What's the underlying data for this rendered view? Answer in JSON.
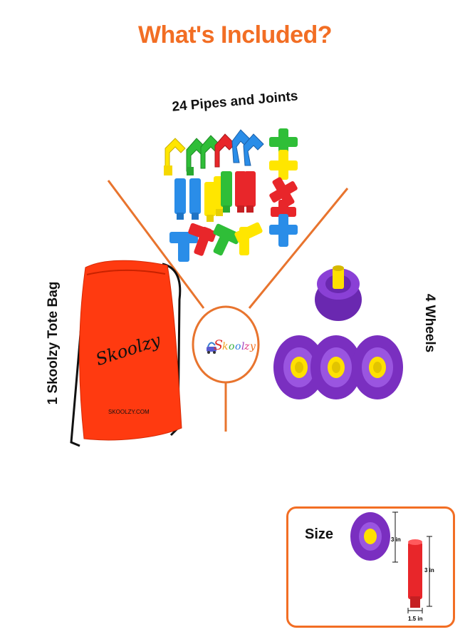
{
  "title": "What's Included?",
  "colors": {
    "title": "#f26e24",
    "divider": "#e8742e",
    "bag": "#ff3a10",
    "wheel": "#7a2fc0",
    "hub": "#ffe000"
  },
  "items": {
    "pipes": "24 Pipes and Joints",
    "bag": "1 Skoolzy Tote Bag",
    "wheels": "4 Wheels"
  },
  "bag_print": {
    "brand": "Skoolzy",
    "url": "SKOOLZY.COM"
  },
  "center_logo": "Skoolzy",
  "size_panel": {
    "label": "Size",
    "wheel_height": "3 in",
    "pipe_height": "3 in",
    "pipe_width": "1.5 in"
  }
}
